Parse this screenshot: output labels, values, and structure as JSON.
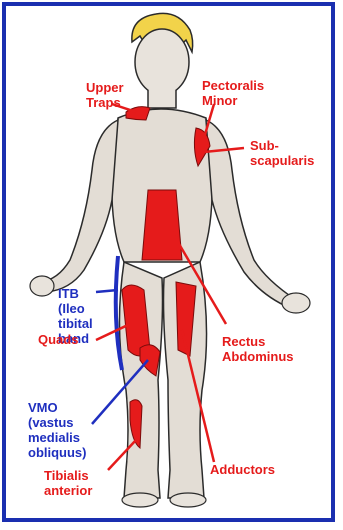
{
  "colors": {
    "border": "#1a2fb0",
    "muscle_highlight": "#e51b1b",
    "itb_vmo_highlight": "#1f2fbf",
    "skin": "#e8e3dc",
    "outline": "#2b2b2b",
    "hair": "#f2d34a"
  },
  "labels": {
    "upper_traps": "Upper\nTraps",
    "pectoralis_minor": "Pectoralis\nMinor",
    "subscapularis": "Sub-\nscapularis",
    "itb": "ITB\n(Ileo\ntibital\nband",
    "quads": "Quads",
    "rectus_abdominus": "Rectus\nAbdominus",
    "vmo": "VMO\n(vastus\nmedialis\nobliquus)",
    "tibialis_anterior": "Tibialis\nanterior",
    "adductors": "Adductors"
  }
}
